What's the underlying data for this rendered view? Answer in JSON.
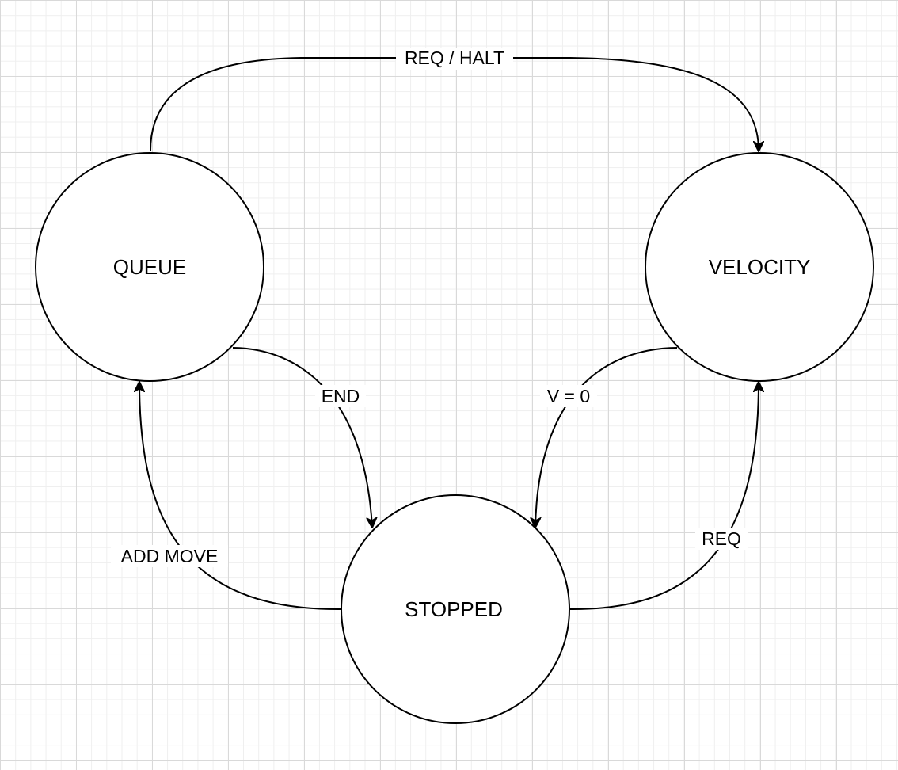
{
  "diagram": {
    "states": {
      "queue": "QUEUE",
      "velocity": "VELOCITY",
      "stopped": "STOPPED"
    },
    "transitions": {
      "queue_to_velocity": "REQ / HALT",
      "queue_to_stopped": "END",
      "velocity_to_stopped": "V = 0",
      "stopped_to_velocity": "REQ",
      "stopped_to_queue": "ADD MOVE"
    }
  }
}
